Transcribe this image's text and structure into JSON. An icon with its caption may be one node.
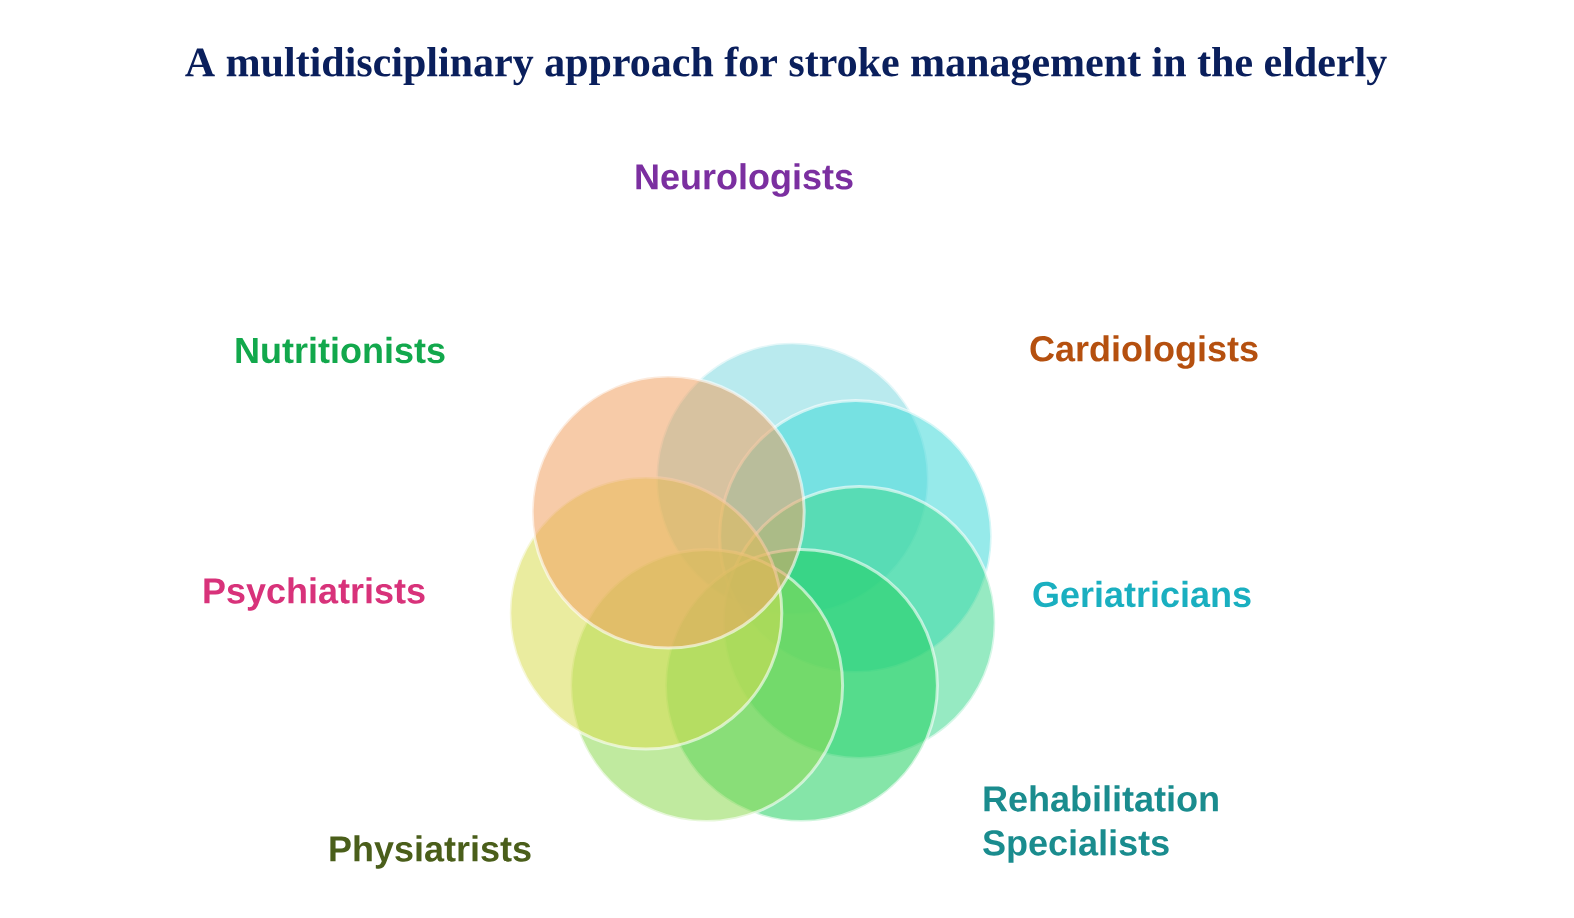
{
  "diagram": {
    "title": "A multidisciplinary approach for stroke management in the elderly",
    "labels": [
      "Neurologists",
      "Nutritionists",
      "Cardiologists",
      "Psychiatrists",
      "Geriatricians",
      "Rehabilitation Specialists",
      "Physiatrists"
    ]
  }
}
